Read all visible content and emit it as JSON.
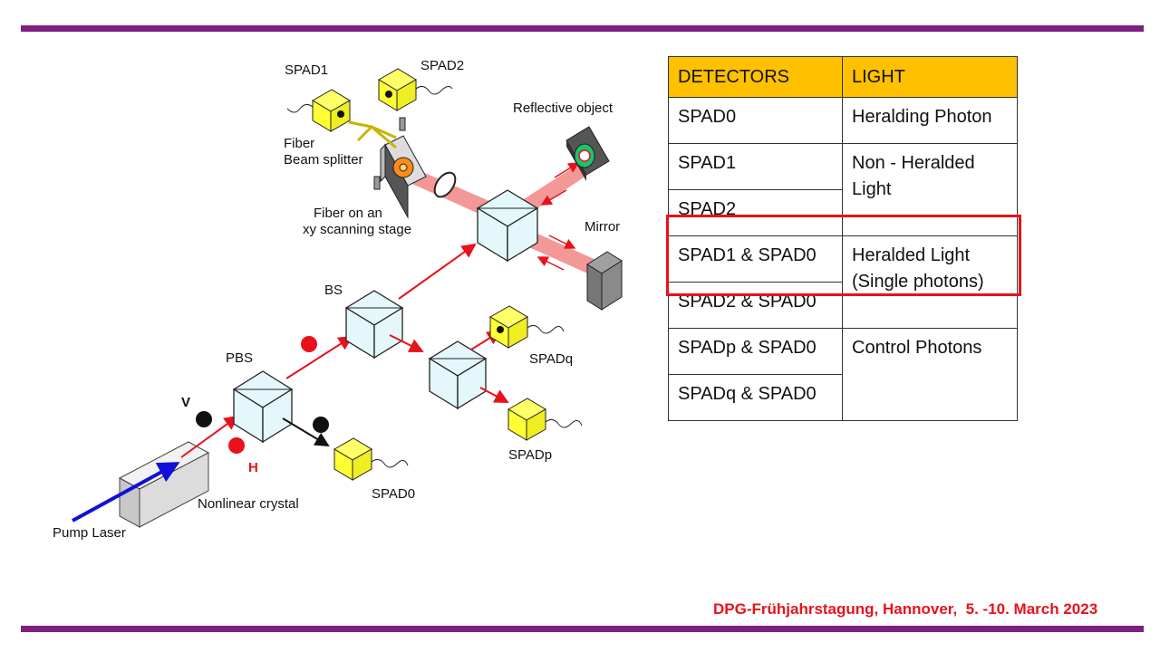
{
  "diagram": {
    "labels": {
      "spad1": "SPAD1",
      "spad2": "SPAD2",
      "fiber_bs_line1": "Fiber",
      "fiber_bs_line2": "Beam splitter",
      "fiber_stage_line1": "Fiber on an",
      "fiber_stage_line2": "xy scanning stage",
      "reflective_object": "Reflective object",
      "mirror": "Mirror",
      "bs": "BS",
      "pbs": "PBS",
      "v": "V",
      "h": "H",
      "spadq": "SPADq",
      "spadp": "SPADp",
      "spad0": "SPAD0",
      "nonlinear_crystal": "Nonlinear crystal",
      "pump_laser": "Pump Laser"
    },
    "colors": {
      "detector_yellow": "#ffff33",
      "beam_red": "#e8121a",
      "pump_blue": "#1010d8",
      "cube_cyan": "#e4f7fb",
      "beam_pink": "#f28c8c"
    }
  },
  "table": {
    "headers": [
      "DETECTORS",
      "LIGHT"
    ],
    "rows": [
      {
        "detector": "SPAD0",
        "light": "Heralding Photon"
      },
      {
        "detector": "SPAD1",
        "light": "Non - Heralded Light"
      },
      {
        "detector": "SPAD2"
      },
      {
        "detector": "SPAD1 & SPAD0",
        "light": "Heralded Light (Single photons)"
      },
      {
        "detector": "SPAD2 & SPAD0"
      },
      {
        "detector": "SPADp & SPAD0",
        "light": "Control Photons"
      },
      {
        "detector": "SPADq & SPAD0"
      }
    ],
    "header_color": "#ffc000",
    "highlight_color": "#e8121a"
  },
  "footer": "DPG-Frühjahrstagung, Hannover,  5. -10. March 2023",
  "theme": {
    "rule_color": "#7f1f7f"
  }
}
